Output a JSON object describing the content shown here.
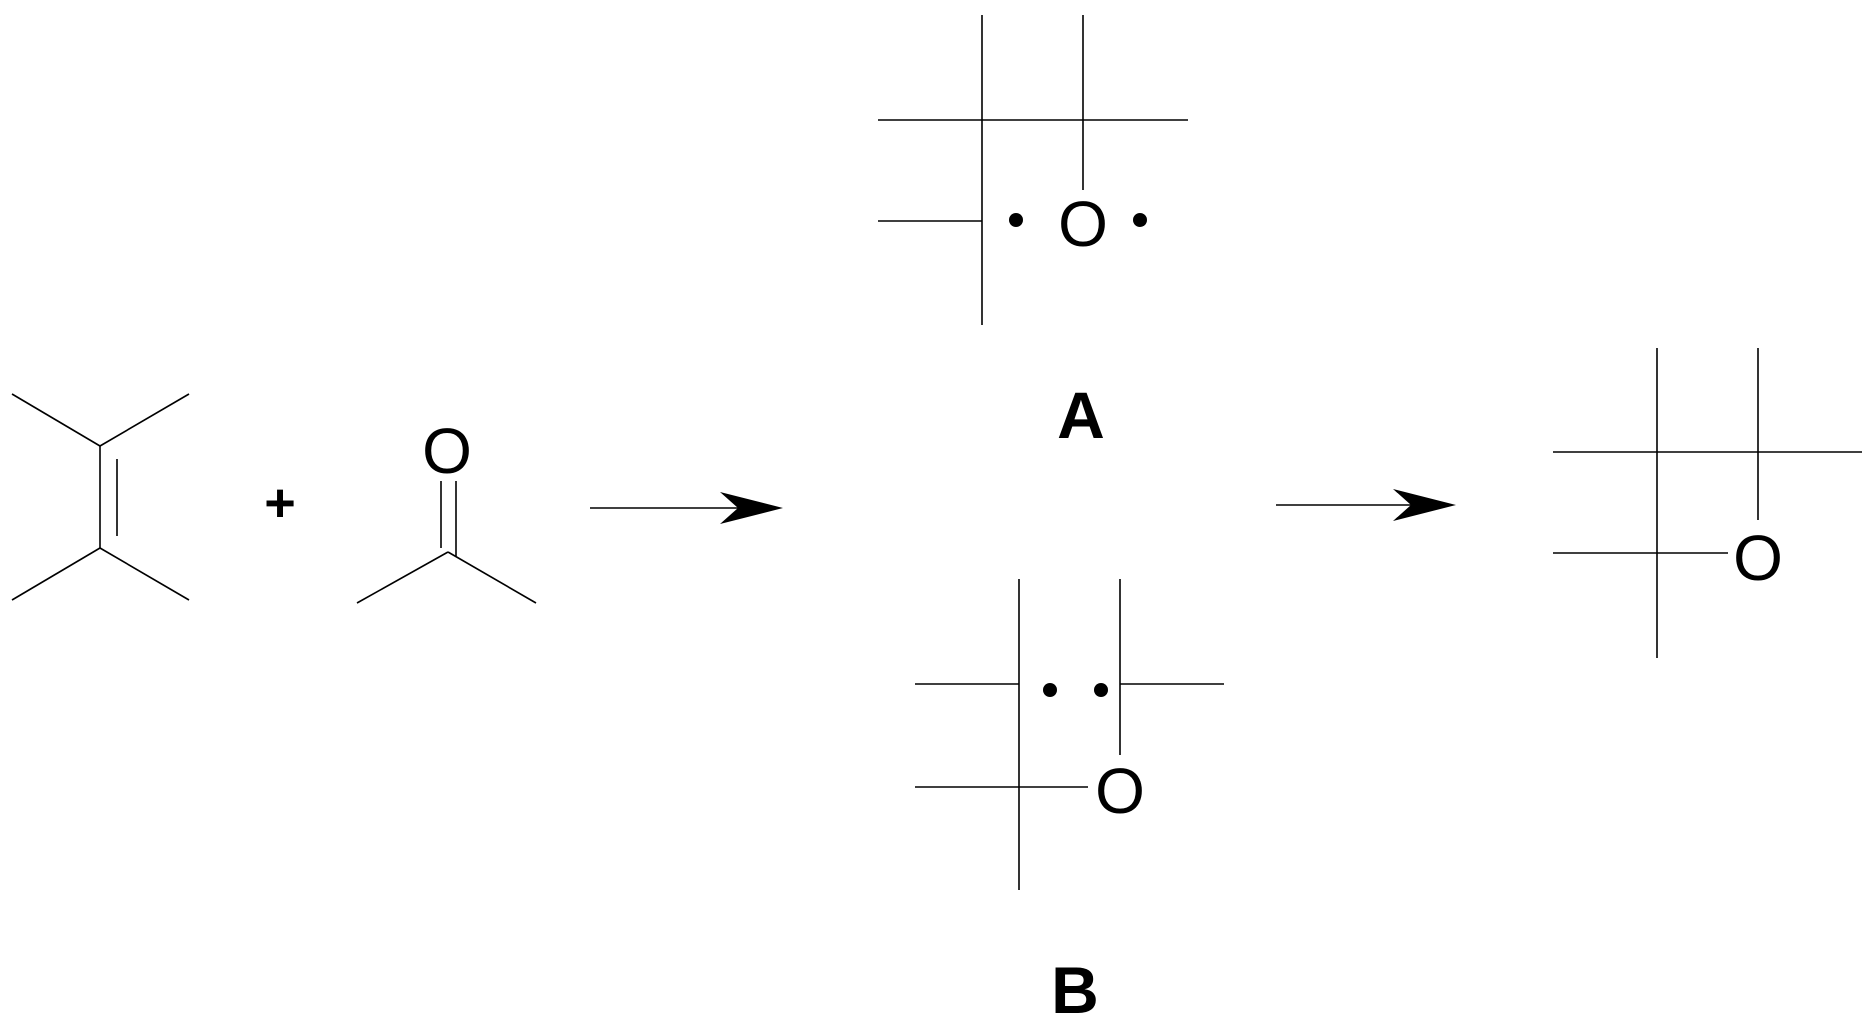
{
  "reaction": {
    "plus_sign": "+",
    "ketone": {
      "oxygen_label": "O"
    },
    "intermediate_a": {
      "oxygen_label": "O",
      "label": "A"
    },
    "intermediate_b": {
      "oxygen_label": "O",
      "label": "B"
    },
    "product": {
      "oxygen_label": "O"
    }
  }
}
